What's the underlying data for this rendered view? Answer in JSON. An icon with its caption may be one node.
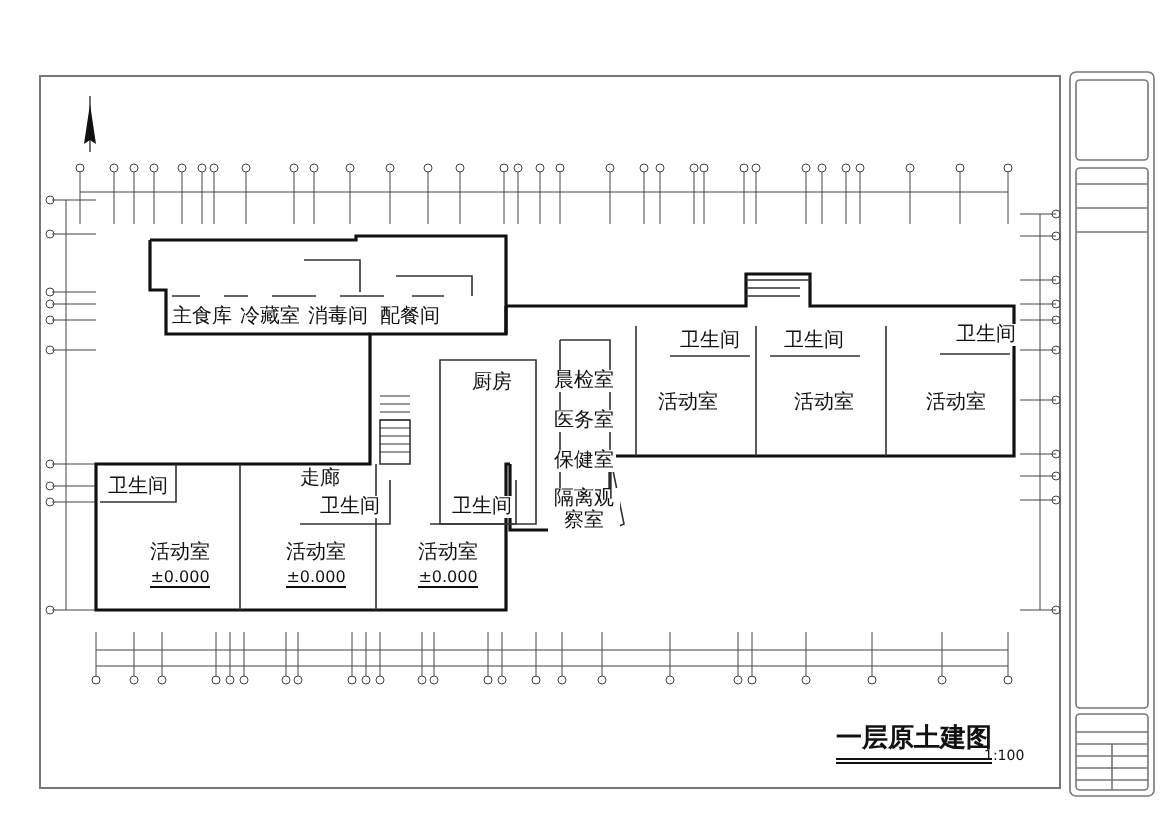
{
  "diagram": {
    "title": "一层原土建图",
    "nodes": [
      {
        "text": [
          "主食库"
        ]
      },
      {
        "text": [
          "冷藏室"
        ]
      },
      {
        "text": [
          "消毒间"
        ]
      },
      {
        "text": [
          "配餐间"
        ]
      },
      {
        "text": [
          "厨房"
        ]
      },
      {
        "text": [
          "走廊"
        ]
      },
      {
        "text": [
          "活动室",
          "±0.000"
        ]
      },
      {
        "text": [
          "活动室",
          "±0.000"
        ]
      },
      {
        "text": [
          "活动室",
          "±0.000"
        ]
      },
      {
        "text": [
          "卫生间"
        ]
      },
      {
        "text": [
          "卫生间"
        ]
      },
      {
        "text": [
          "卫生间"
        ]
      },
      {
        "text": [
          "晨检室"
        ]
      },
      {
        "text": [
          "医务室"
        ]
      },
      {
        "text": [
          "保健室"
        ]
      },
      {
        "text": [
          "隔离观察室"
        ]
      },
      {
        "text": [
          "卫生间"
        ]
      },
      {
        "text": [
          "卫生间"
        ]
      },
      {
        "text": [
          "卫生间"
        ]
      },
      {
        "text": [
          "活动室"
        ]
      },
      {
        "text": [
          "活动室"
        ]
      },
      {
        "text": [
          "活动室"
        ]
      }
    ],
    "labels": [
      "1:100"
    ]
  }
}
